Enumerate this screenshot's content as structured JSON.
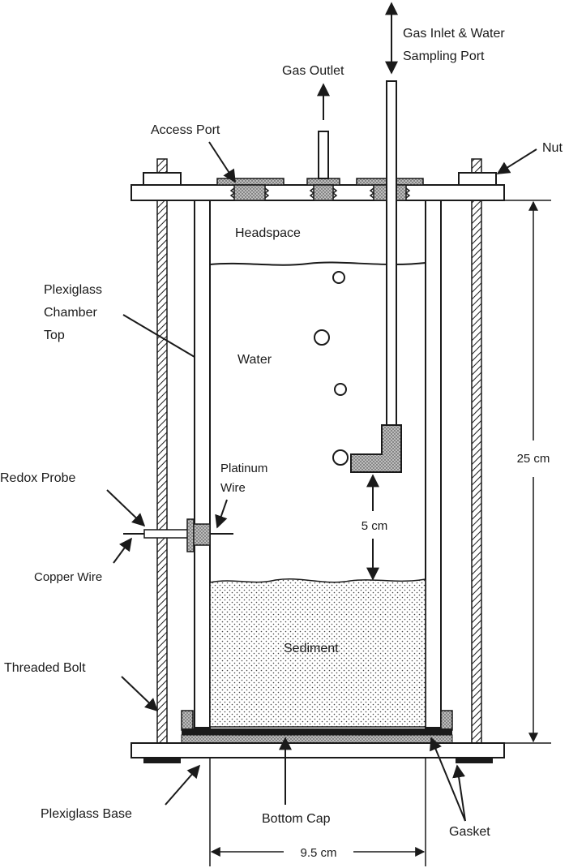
{
  "labels": {
    "gas_inlet_line1": "Gas Inlet & Water",
    "gas_inlet_line2": "Sampling Port",
    "gas_outlet": "Gas Outlet",
    "access_port": "Access Port",
    "nut": "Nut",
    "headspace": "Headspace",
    "plexiglass_top_line1": "Plexiglass",
    "plexiglass_top_line2": "Chamber",
    "plexiglass_top_line3": "Top",
    "water": "Water",
    "redox_probe": "Redox Probe",
    "platinum_line1": "Platinum",
    "platinum_line2": "Wire",
    "copper_wire": "Copper Wire",
    "dim_5cm": "5 cm",
    "dim_25cm": "25 cm",
    "sediment": "Sediment",
    "threaded_bolt": "Threaded Bolt",
    "plexiglass_base": "Plexiglass Base",
    "bottom_cap": "Bottom Cap",
    "gasket": "Gasket",
    "dim_9_5cm": "9.5 cm"
  }
}
